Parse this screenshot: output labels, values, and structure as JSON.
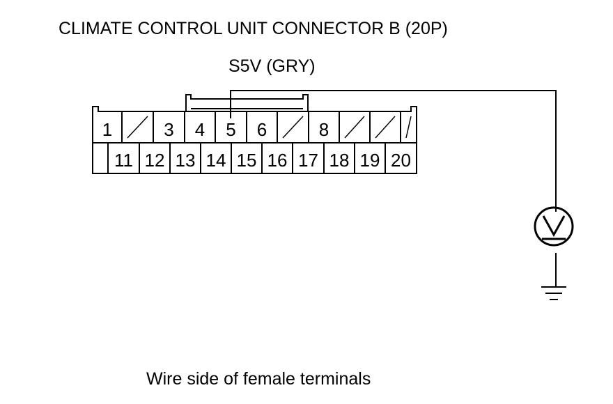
{
  "title": "CLIMATE CONTROL UNIT CONNECTOR B (20P)",
  "wire_label": "S5V (GRY)",
  "caption": "Wire side of female terminals",
  "connector": {
    "top_row": [
      "1",
      "",
      "3",
      "4",
      "5",
      "6",
      "",
      "8",
      "",
      "",
      ""
    ],
    "bottom_row": [
      "",
      "11",
      "12",
      "13",
      "14",
      "15",
      "16",
      "17",
      "18",
      "19",
      "20"
    ]
  },
  "meter_icon": "voltmeter-icon",
  "ground_icon": "ground-icon",
  "colors": {
    "line": "#000000",
    "background": "#ffffff"
  }
}
